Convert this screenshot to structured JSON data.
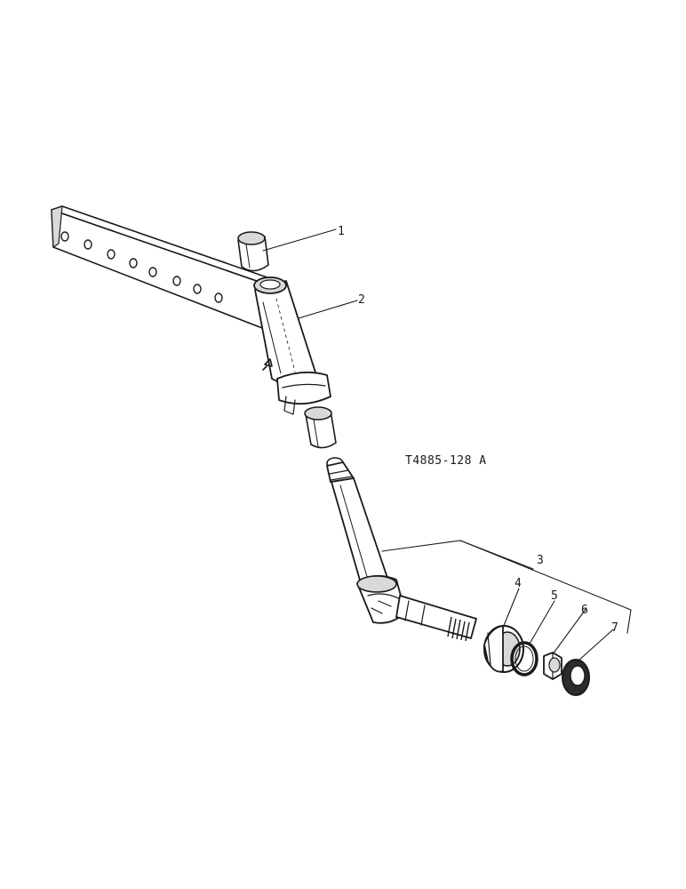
{
  "figure": {
    "code": "T4885-128 A"
  },
  "callouts": {
    "c1": "1",
    "c2": "2",
    "c3": "3",
    "c4": "4",
    "c5": "5",
    "c6": "6",
    "c7": "7"
  }
}
